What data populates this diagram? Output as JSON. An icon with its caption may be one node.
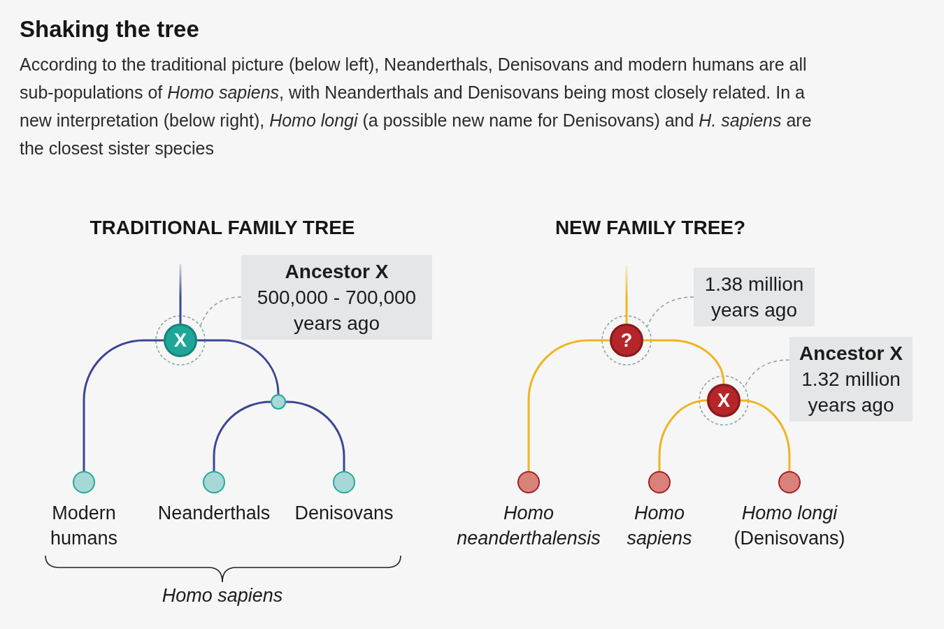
{
  "diagram": {
    "title": "Shaking the tree",
    "caption": "According to the traditional picture (below left), Neanderthals, Denisovans and modern humans are all sub-populations of *Homo sapiens*, with Neanderthals and Denisovans being most closely related. In a new interpretation (below right), *Homo longi* (a possible new name for Denisovans) and *H. sapiens* are the closest sister species",
    "nodes": [
      {
        "text": [
          "X"
        ]
      },
      {
        "text": [
          "Ancestor X",
          "500,000 - 700,000 years ago"
        ]
      },
      {
        "text": [],
        "shape": "circle"
      },
      {
        "text": [],
        "shape": "circle",
        "beside": [
          "Modern humans"
        ]
      },
      {
        "text": [],
        "shape": "circle",
        "beside": [
          "Neanderthals"
        ]
      },
      {
        "text": [],
        "shape": "circle",
        "beside": [
          "Denisovans"
        ]
      },
      {
        "text": [
          "?"
        ]
      },
      {
        "text": [
          "1.38 million years ago"
        ]
      },
      {
        "text": [
          "X"
        ]
      },
      {
        "text": [
          "Ancestor X",
          "1.32 million years ago"
        ]
      },
      {
        "text": [],
        "shape": "circle",
        "beside": [
          "Homo neanderthalensis"
        ]
      },
      {
        "text": [],
        "shape": "circle",
        "beside": [
          "Homo sapiens"
        ]
      },
      {
        "text": [],
        "shape": "circle",
        "beside": [
          "*Homo longi* (Denisovans)"
        ]
      }
    ],
    "edges": [
      {
        "from": null,
        "to": 0,
        "arrow": "none",
        "color": "#3c4695"
      },
      {
        "from": 0,
        "to": 3,
        "arrow": "none",
        "color": "#3c4695"
      },
      {
        "from": 0,
        "to": 2,
        "arrow": "none",
        "color": "#3c4695"
      },
      {
        "from": 2,
        "to": 4,
        "arrow": "none",
        "color": "#3c4695"
      },
      {
        "from": 2,
        "to": 5,
        "arrow": "none",
        "color": "#3c4695"
      },
      {
        "from": 1,
        "to": 0,
        "arrow": "none",
        "style": "dashed",
        "color": "#8ea5a5"
      },
      {
        "from": null,
        "to": 6,
        "arrow": "none",
        "color": "#f0b41e"
      },
      {
        "from": 6,
        "to": 10,
        "arrow": "none",
        "color": "#f0b41e"
      },
      {
        "from": 6,
        "to": 8,
        "arrow": "none",
        "color": "#f0b41e"
      },
      {
        "from": 8,
        "to": 11,
        "arrow": "none",
        "color": "#f0b41e"
      },
      {
        "from": 8,
        "to": 12,
        "arrow": "none",
        "color": "#f0b41e"
      },
      {
        "from": 7,
        "to": 6,
        "arrow": "none",
        "style": "dashed",
        "color": "#8ea5a5"
      },
      {
        "from": 9,
        "to": 8,
        "arrow": "none",
        "style": "dashed",
        "color": "#8ea5a5"
      }
    ],
    "labels": [
      "TRADITIONAL FAMILY TREE",
      "NEW FAMILY TREE?",
      "Homo sapiens"
    ]
  }
}
